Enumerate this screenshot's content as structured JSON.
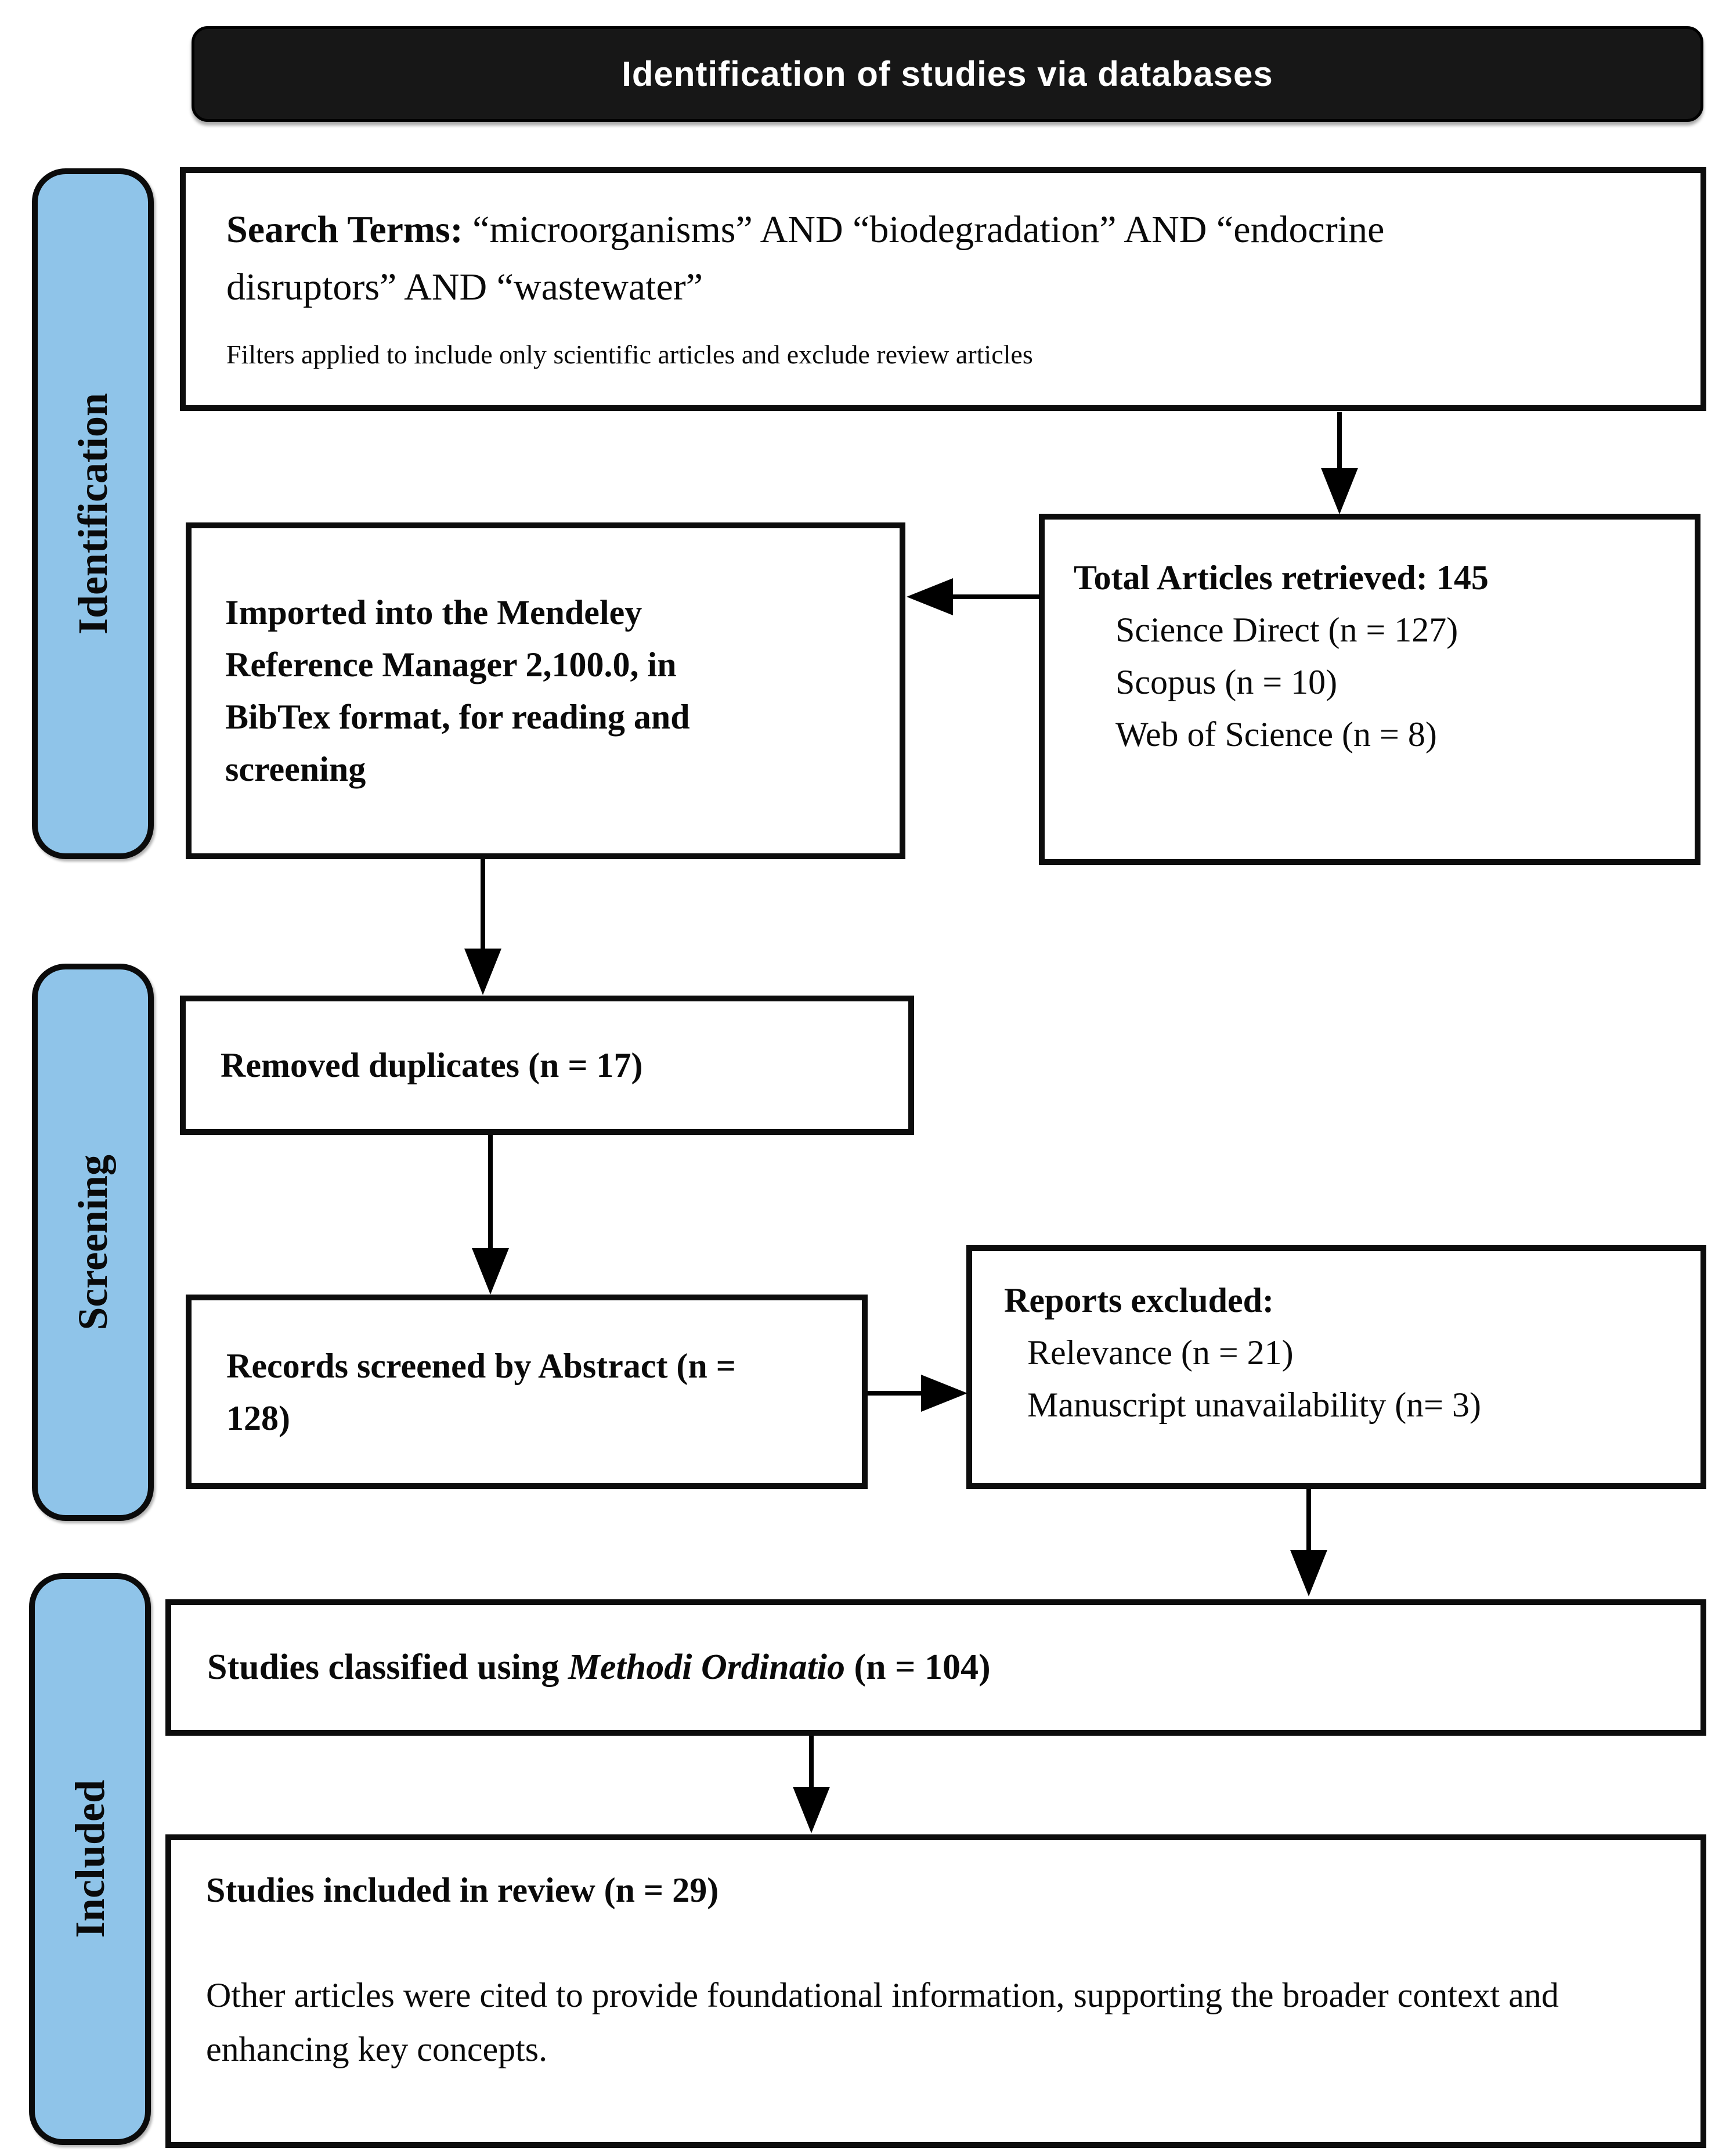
{
  "header": {
    "title": "Identification of studies via databases"
  },
  "sidebar": {
    "stages": [
      {
        "label": "Identification"
      },
      {
        "label": "Screening"
      },
      {
        "label": "Included"
      }
    ]
  },
  "boxes": {
    "search_terms": {
      "label_bold": "Search Terms:",
      "terms": "“microorganisms” AND “biodegradation” AND “endocrine disruptors” AND “wastewater”",
      "filters_note": "Filters applied to include only scientific articles and exclude review articles"
    },
    "total_articles": {
      "title": "Total Articles retrieved: 145",
      "sources": [
        "Science Direct (n = 127)",
        "Scopus (n = 10)",
        "Web of Science (n = 8)"
      ]
    },
    "mendeley_import": {
      "text": "Imported into the Mendeley Reference Manager 2,100.0, in BibTex format, for reading and screening"
    },
    "removed_duplicates": {
      "text": "Removed duplicates (n = 17)"
    },
    "records_screened": {
      "text": "Records screened by Abstract (n = 128)"
    },
    "reports_excluded": {
      "title": "Reports excluded:",
      "reasons": [
        "Relevance (n = 21)",
        "Manuscript unavailability (n= 3)"
      ]
    },
    "studies_classified": {
      "prefix": "Studies classified using ",
      "method_italic": "Methodi Ordinatio",
      "suffix": " (n = 104)"
    },
    "studies_included": {
      "title": "Studies included in review (n = 29)",
      "note": "Other articles were cited to provide foundational information, supporting the broader context and enhancing key concepts."
    }
  },
  "colors": {
    "stage_fill": "#8FC4E9",
    "header_fill": "#171717",
    "border": "#000000"
  }
}
